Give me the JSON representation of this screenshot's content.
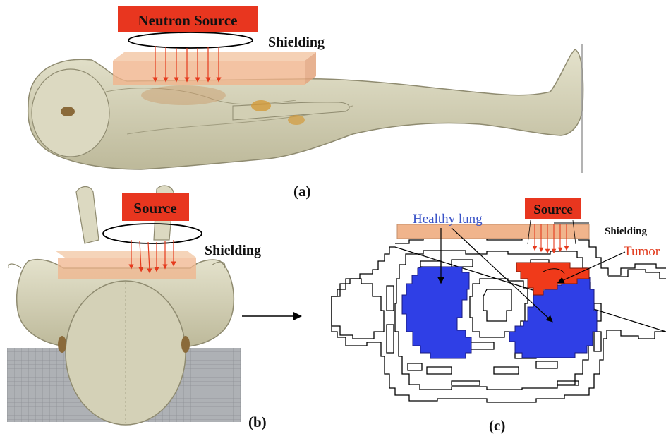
{
  "panel_a": {
    "source_label": "Neutron Source",
    "shielding_label": "Shielding",
    "caption": "(a)"
  },
  "panel_b": {
    "source_label": "Source",
    "shielding_label": "Shielding",
    "caption": "(b)"
  },
  "panel_c": {
    "source_label": "Source",
    "shielding_label": "Shielding",
    "healthy_lung_label": "Healthy lung",
    "tumor_label": "Tumor",
    "caption": "(c)"
  },
  "colors": {
    "source_red": "#e8361f",
    "shielding_tan": "#f0b48c",
    "lung_blue": "#2f3fe6",
    "tumor_red": "#f03a1a",
    "label_blue": "#3a53c7",
    "label_red": "#e23a1c",
    "body_skin": "#d9d6bb",
    "arrow_red": "#e53a1d"
  }
}
